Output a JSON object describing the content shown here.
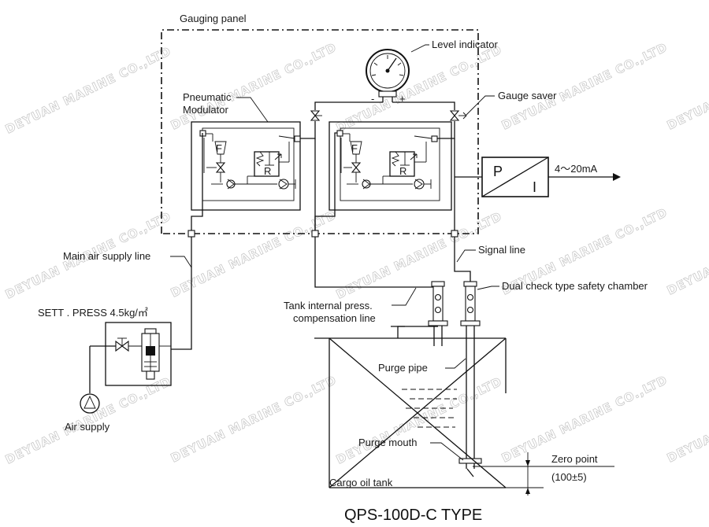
{
  "labels": {
    "gauging_panel": "Gauging panel",
    "level_indicator": "Level indicator",
    "pneumatic_modulator_line1": "Pneumatic",
    "pneumatic_modulator_line2": "Modulator",
    "gauge_saver": "Gauge saver",
    "gauge_minus": "-",
    "gauge_plus": "+",
    "converter_p": "P",
    "converter_i": "I",
    "output_signal": "4～20mA",
    "main_air_supply_line": "Main air supply line",
    "signal_line": "Signal line",
    "tank_internal_press_line1": "Tank internal press.",
    "tank_internal_press_line2": "compensation line",
    "dual_check": "Dual check type safety chamber",
    "sett_press": "SETT . PRESS 4.5kg/㎡",
    "purge_pipe": "Purge pipe",
    "purge_mouth": "Purge mouth",
    "air_supply": "Air supply",
    "zero_point": "Zero point",
    "zero_point_value": "(100±5)",
    "cargo_oil_tank": "Cargo oil tank",
    "modulator_f": "F",
    "modulator_r": "R",
    "type_caption": "QPS-100D-C TYPE"
  },
  "watermark": "DEYUAN MARINE CO.,LTD"
}
